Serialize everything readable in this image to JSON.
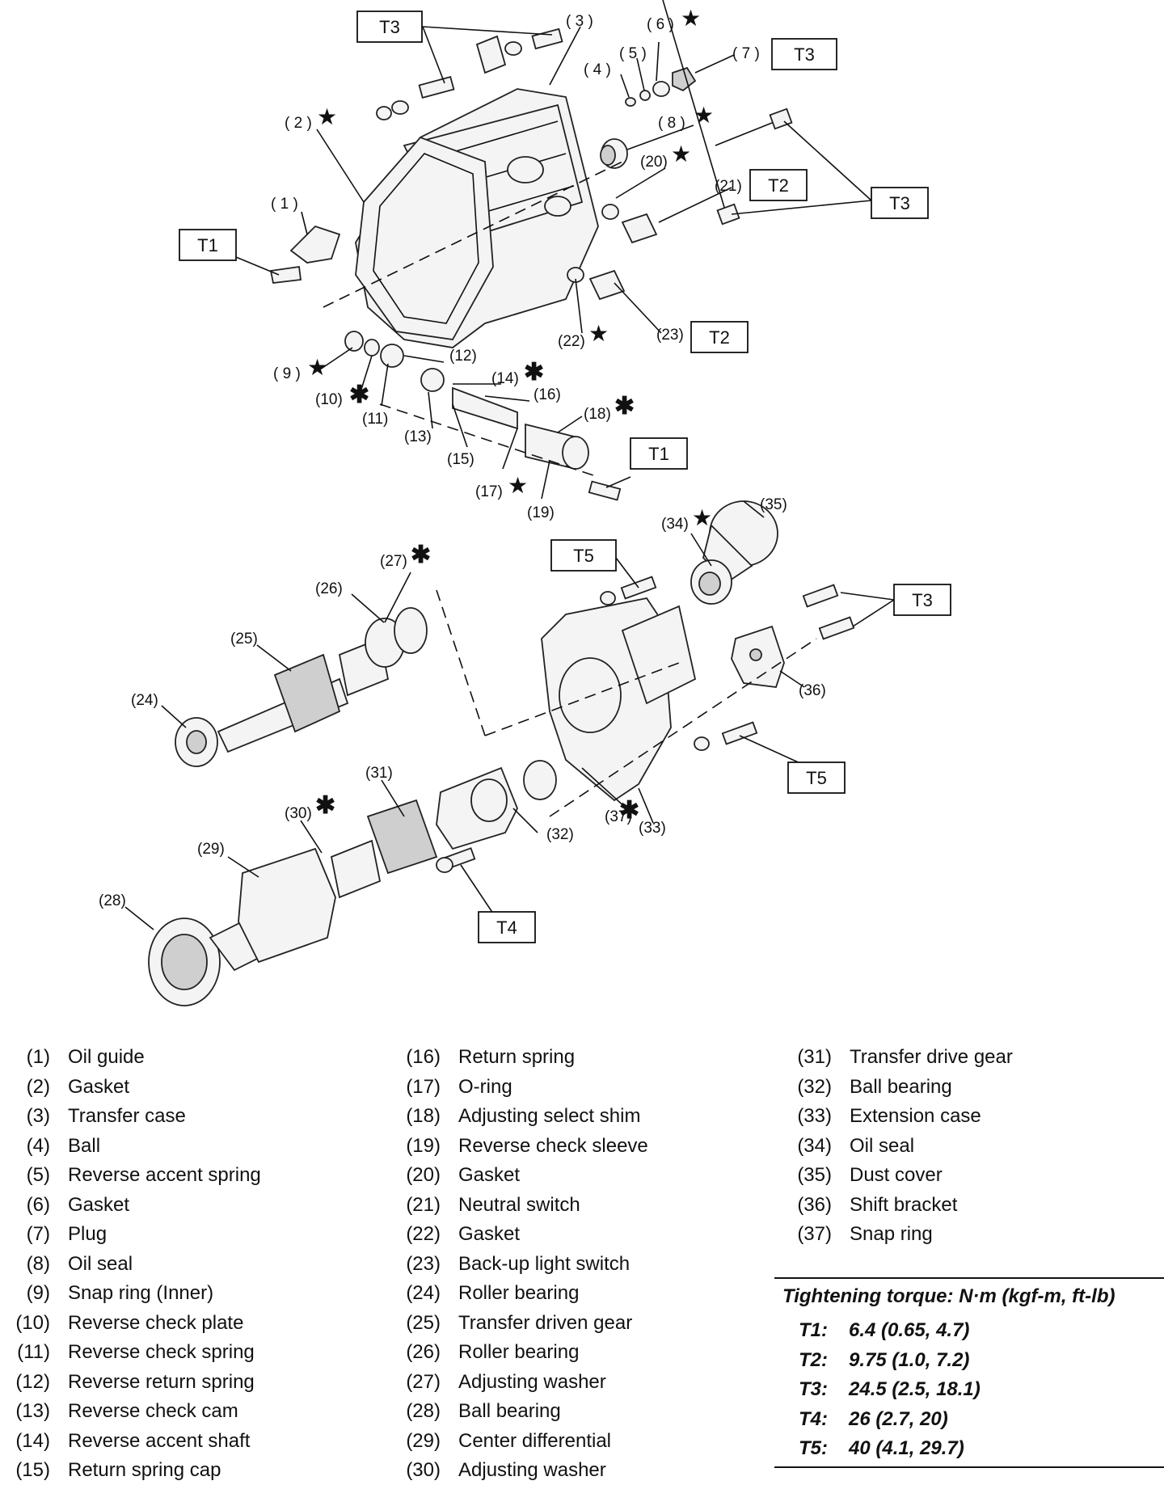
{
  "diagram": {
    "torque_boxes": [
      {
        "id": "t3-top",
        "label": "T3"
      },
      {
        "id": "t3-right-top",
        "label": "T3"
      },
      {
        "id": "t3-right-mid",
        "label": "T3"
      },
      {
        "id": "t2-upper",
        "label": "T2"
      },
      {
        "id": "t1-left",
        "label": "T1"
      },
      {
        "id": "t2-lower",
        "label": "T2"
      },
      {
        "id": "t1-mid",
        "label": "T1"
      },
      {
        "id": "t5-upper",
        "label": "T5"
      },
      {
        "id": "t3-right-lower",
        "label": "T3"
      },
      {
        "id": "t5-lower",
        "label": "T5"
      },
      {
        "id": "t4",
        "label": "T4"
      }
    ],
    "callouts": [
      {
        "label": "( 3 )",
        "mark": ""
      },
      {
        "label": "( 6 )",
        "mark": "star"
      },
      {
        "label": "( 5 )",
        "mark": ""
      },
      {
        "label": "( 4 )",
        "mark": ""
      },
      {
        "label": "( 7 )",
        "mark": ""
      },
      {
        "label": "( 2 )",
        "mark": "star"
      },
      {
        "label": "( 8 )",
        "mark": "star"
      },
      {
        "label": "(20)",
        "mark": "star"
      },
      {
        "label": "(21)",
        "mark": ""
      },
      {
        "label": "( 1 )",
        "mark": ""
      },
      {
        "label": "(22)",
        "mark": "star"
      },
      {
        "label": "(23)",
        "mark": ""
      },
      {
        "label": "(12)",
        "mark": ""
      },
      {
        "label": "( 9 )",
        "mark": "star"
      },
      {
        "label": "(14)",
        "mark": "asterisk"
      },
      {
        "label": "(16)",
        "mark": ""
      },
      {
        "label": "(10)",
        "mark": "asterisk"
      },
      {
        "label": "(11)",
        "mark": ""
      },
      {
        "label": "(18)",
        "mark": "asterisk"
      },
      {
        "label": "(13)",
        "mark": ""
      },
      {
        "label": "(15)",
        "mark": ""
      },
      {
        "label": "(17)",
        "mark": "star"
      },
      {
        "label": "(19)",
        "mark": ""
      },
      {
        "label": "(35)",
        "mark": ""
      },
      {
        "label": "(34)",
        "mark": "star"
      },
      {
        "label": "(27)",
        "mark": "asterisk"
      },
      {
        "label": "(26)",
        "mark": ""
      },
      {
        "label": "(25)",
        "mark": ""
      },
      {
        "label": "(24)",
        "mark": ""
      },
      {
        "label": "(36)",
        "mark": ""
      },
      {
        "label": "(31)",
        "mark": ""
      },
      {
        "label": "(30)",
        "mark": "asterisk"
      },
      {
        "label": "(37)",
        "mark": "asterisk"
      },
      {
        "label": "(32)",
        "mark": ""
      },
      {
        "label": "(33)",
        "mark": ""
      },
      {
        "label": "(29)",
        "mark": ""
      },
      {
        "label": "(28)",
        "mark": ""
      }
    ]
  },
  "legend": {
    "columns": [
      [
        {
          "num": "(1)",
          "name": "Oil guide"
        },
        {
          "num": "(2)",
          "name": "Gasket"
        },
        {
          "num": "(3)",
          "name": "Transfer case"
        },
        {
          "num": "(4)",
          "name": "Ball"
        },
        {
          "num": "(5)",
          "name": "Reverse accent spring"
        },
        {
          "num": "(6)",
          "name": "Gasket"
        },
        {
          "num": "(7)",
          "name": "Plug"
        },
        {
          "num": "(8)",
          "name": "Oil seal"
        },
        {
          "num": "(9)",
          "name": "Snap ring (Inner)"
        },
        {
          "num": "(10)",
          "name": "Reverse check plate"
        },
        {
          "num": "(11)",
          "name": "Reverse check spring"
        },
        {
          "num": "(12)",
          "name": "Reverse return spring"
        },
        {
          "num": "(13)",
          "name": "Reverse check cam"
        },
        {
          "num": "(14)",
          "name": "Reverse accent shaft"
        },
        {
          "num": "(15)",
          "name": "Return spring cap"
        }
      ],
      [
        {
          "num": "(16)",
          "name": "Return spring"
        },
        {
          "num": "(17)",
          "name": "O-ring"
        },
        {
          "num": "(18)",
          "name": "Adjusting select shim"
        },
        {
          "num": "(19)",
          "name": "Reverse check sleeve"
        },
        {
          "num": "(20)",
          "name": "Gasket"
        },
        {
          "num": "(21)",
          "name": "Neutral switch"
        },
        {
          "num": "(22)",
          "name": "Gasket"
        },
        {
          "num": "(23)",
          "name": "Back-up light switch"
        },
        {
          "num": "(24)",
          "name": "Roller bearing"
        },
        {
          "num": "(25)",
          "name": "Transfer driven gear"
        },
        {
          "num": "(26)",
          "name": "Roller bearing"
        },
        {
          "num": "(27)",
          "name": "Adjusting washer"
        },
        {
          "num": "(28)",
          "name": "Ball bearing"
        },
        {
          "num": "(29)",
          "name": "Center differential"
        },
        {
          "num": "(30)",
          "name": "Adjusting washer"
        }
      ],
      [
        {
          "num": "(31)",
          "name": "Transfer drive gear"
        },
        {
          "num": "(32)",
          "name": "Ball bearing"
        },
        {
          "num": "(33)",
          "name": "Extension case"
        },
        {
          "num": "(34)",
          "name": "Oil seal"
        },
        {
          "num": "(35)",
          "name": "Dust cover"
        },
        {
          "num": "(36)",
          "name": "Shift bracket"
        },
        {
          "num": "(37)",
          "name": "Snap ring"
        }
      ]
    ]
  },
  "torque": {
    "title": "Tightening torque: N·m (kgf-m, ft-lb)",
    "rows": [
      {
        "key": "T1:",
        "value": "6.4 (0.65, 4.7)"
      },
      {
        "key": "T2:",
        "value": "9.75 (1.0, 7.2)"
      },
      {
        "key": "T3:",
        "value": "24.5 (2.5, 18.1)"
      },
      {
        "key": "T4:",
        "value": "26 (2.7, 20)"
      },
      {
        "key": "T5:",
        "value": "40 (4.1, 29.7)"
      }
    ]
  }
}
